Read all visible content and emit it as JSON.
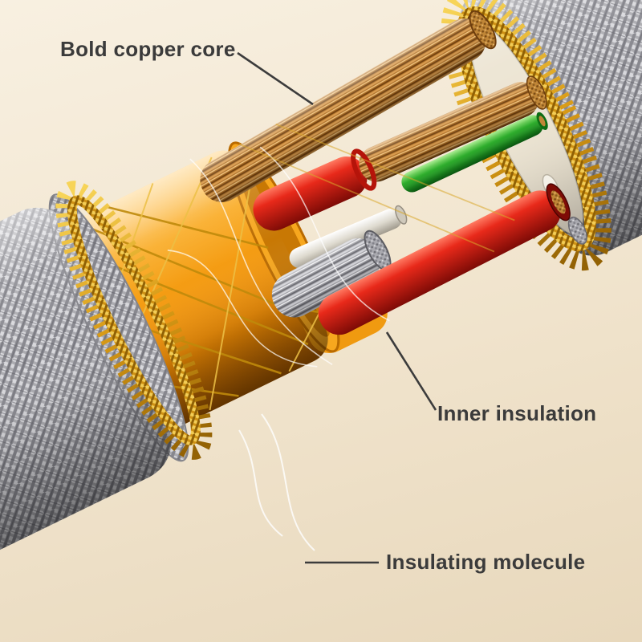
{
  "figure": {
    "type": "annotated product illustration",
    "subject": "cable cutaway cross-section showing shielding and core layers",
    "labels": {
      "bold_copper_core": "Bold copper core",
      "inner_insulation": "Inner insulation",
      "insulating_molecule": "Insulating molecule"
    },
    "colors": {
      "background": "#f2e6d0",
      "label_text": "#3b3b3b",
      "leader_line": "#3c3c3c",
      "copper_core": "#c08637",
      "silver_braid": "#b3b3b8",
      "gold_braid": "#d7a21c",
      "inner_insulation_sheath": "#f59d1a",
      "red_wire": "#e02919",
      "green_wire": "#2fae2d"
    }
  }
}
